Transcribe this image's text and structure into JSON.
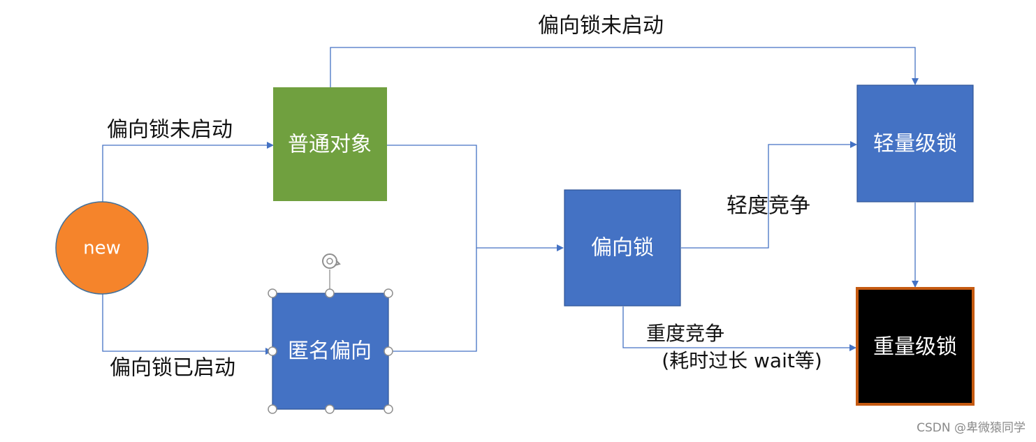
{
  "nodes": {
    "new": "new",
    "normal_object": "普通对象",
    "anonymous_biased": "匿名偏向",
    "biased_lock": "偏向锁",
    "lightweight_lock": "轻量级锁",
    "heavyweight_lock": "重量级锁"
  },
  "edges": {
    "top_disabled": "偏向锁未启动",
    "left_disabled": "偏向锁未启动",
    "left_enabled": "偏向锁已启动",
    "light_contention": "轻度竞争",
    "heavy_contention": "重度竞争",
    "heavy_contention_detail": "(耗时过长 wait等)"
  },
  "colors": {
    "new": "#f5842b",
    "normal_object": "#70a03f",
    "blue_node": "#4472c4",
    "heavyweight_fill": "#000000",
    "heavyweight_border": "#c55a11",
    "edge": "#4472c4"
  },
  "watermark": "CSDN @卑微猿同学"
}
